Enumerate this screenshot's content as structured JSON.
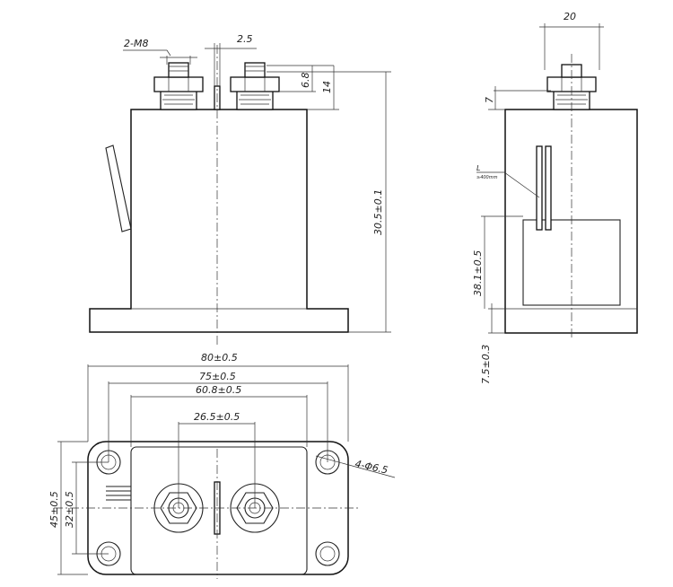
{
  "labels": {
    "thread": "2-M8",
    "gap": "2.5",
    "width_side": "20",
    "nut_height": "6.8",
    "stud_height": "14",
    "total_height": "30.5±0.1",
    "side_offset": "7",
    "lead_label": "L",
    "lead_spec": "≥400mm",
    "body_height": "38.1±0.5",
    "base_height": "7.5±0.3",
    "overall_width": "80±0.5",
    "hole_spacing": "75±0.5",
    "inner_width": "60.8±0.5",
    "terminal_spacing": "26.5±0.5",
    "holes": "4-Φ6.5",
    "depth_outer": "45±0.5",
    "depth_holes": "32±0.5"
  }
}
